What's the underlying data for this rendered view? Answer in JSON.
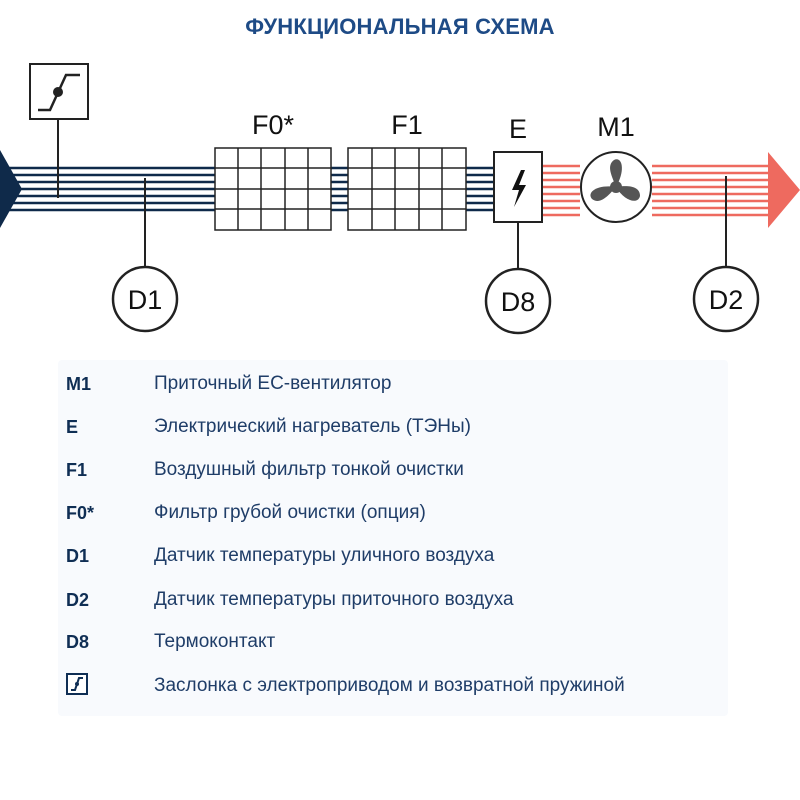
{
  "title": "ФУНКЦИОНАЛЬНАЯ СХЕМА",
  "labels": {
    "f0": "F0*",
    "f1": "F1",
    "e": "E",
    "m1": "M1",
    "d1": "D1",
    "d8": "D8",
    "d2": "D2"
  },
  "colors": {
    "intake": "#0f2a4a",
    "supply": "#ee6a5f",
    "title": "#1e4b86",
    "text": "#1f3d68"
  },
  "icons": {
    "damper": "damper-actuator-icon",
    "heater": "lightning-icon",
    "fan": "fan-icon"
  },
  "legend": [
    {
      "code": "M1",
      "text": "Приточный ЕС-вентилятор"
    },
    {
      "code": "E",
      "text": "Электрический нагреватель (ТЭНы)"
    },
    {
      "code": "F1",
      "text": "Воздушный фильтр тонкой очистки"
    },
    {
      "code": "F0*",
      "text": "Фильтр грубой очистки (опция)"
    },
    {
      "code": "D1",
      "text": "Датчик температуры уличного воздуха"
    },
    {
      "code": "D2",
      "text": "Датчик температуры приточного воздуха"
    },
    {
      "code": "D8",
      "text": "Термоконтакт"
    },
    {
      "code": "",
      "icon": "damper-icon",
      "text": "Заслонка с электроприводом и возвратной пружиной"
    }
  ]
}
